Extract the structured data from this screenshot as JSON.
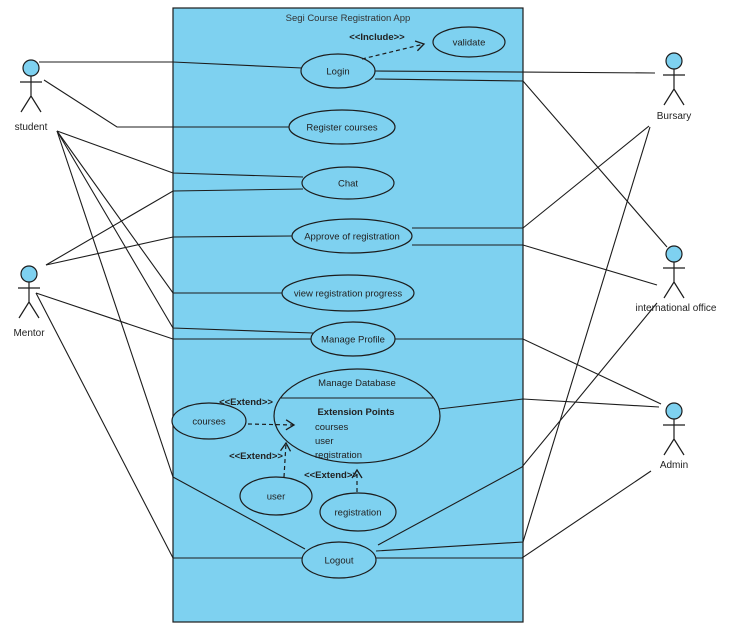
{
  "system": {
    "title": "Segi Course Registration App"
  },
  "actors": {
    "student": "student",
    "mentor": "Mentor",
    "bursary": "Bursary",
    "international_office": "international office",
    "admin": "Admin"
  },
  "use_cases": {
    "login": "Login",
    "validate": "validate",
    "register_courses": "Register courses",
    "chat": "Chat",
    "approve_of_registration": "Approve of registration",
    "view_registration_progress": "view registration progress",
    "manage_profile": "Manage Profile",
    "courses": "courses",
    "user": "user",
    "registration": "registration",
    "logout": "Logout"
  },
  "manage_database": {
    "title": "Manage Database",
    "extension_points_header": "Extension Points",
    "extension_points": [
      "courses",
      "user",
      "registration"
    ]
  },
  "stereotypes": {
    "include": "<<Include>>",
    "extend": "<<Extend>>"
  },
  "colors": {
    "system_fill": "#7ED1F0",
    "line": "#1c1c1c",
    "background": "#FFFFFF"
  }
}
